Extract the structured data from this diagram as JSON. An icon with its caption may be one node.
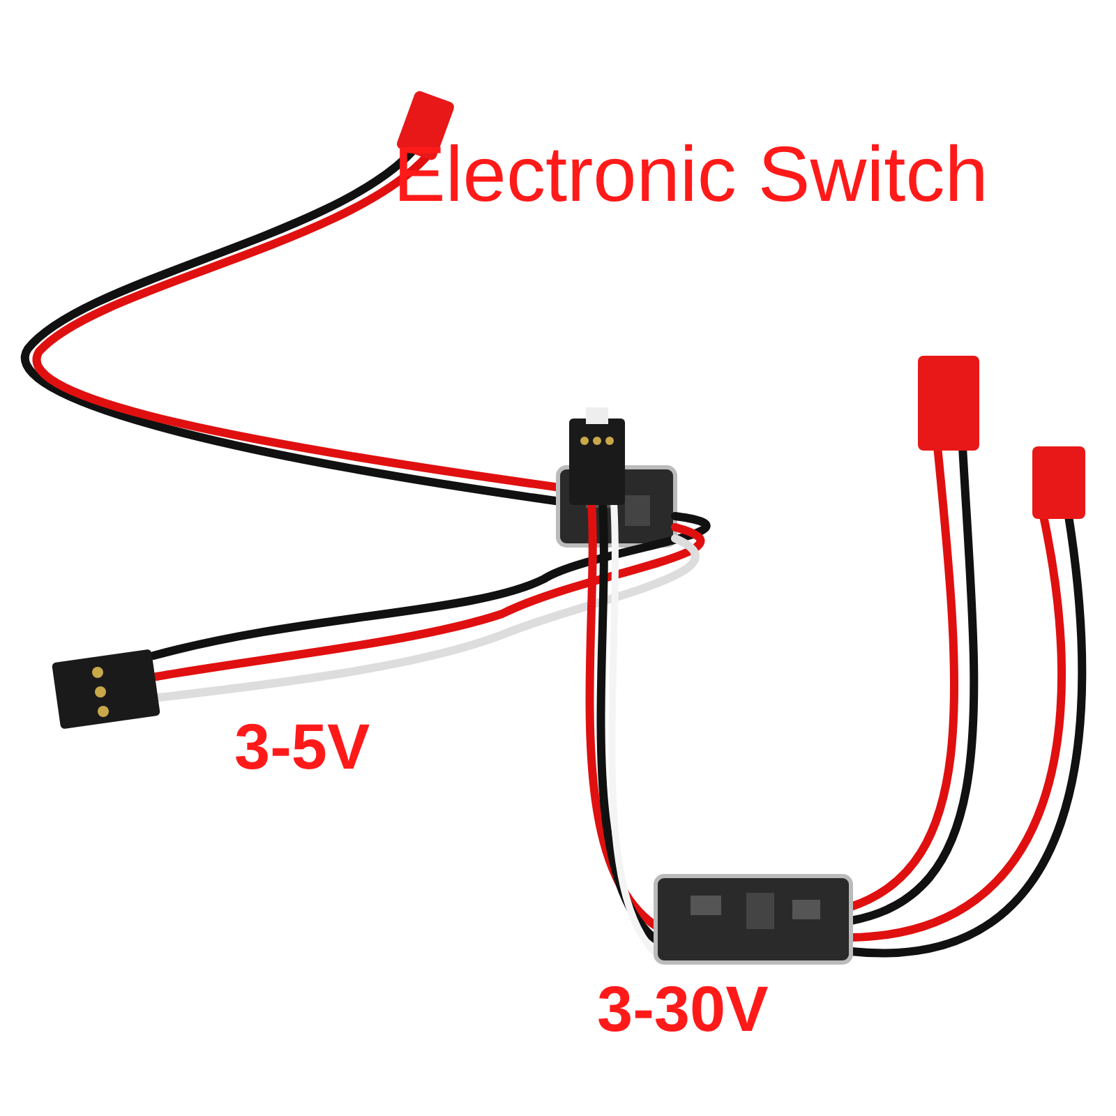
{
  "diagram": {
    "title": "Electronic Switch",
    "labels": [
      "3-5V",
      "3-30V"
    ]
  }
}
